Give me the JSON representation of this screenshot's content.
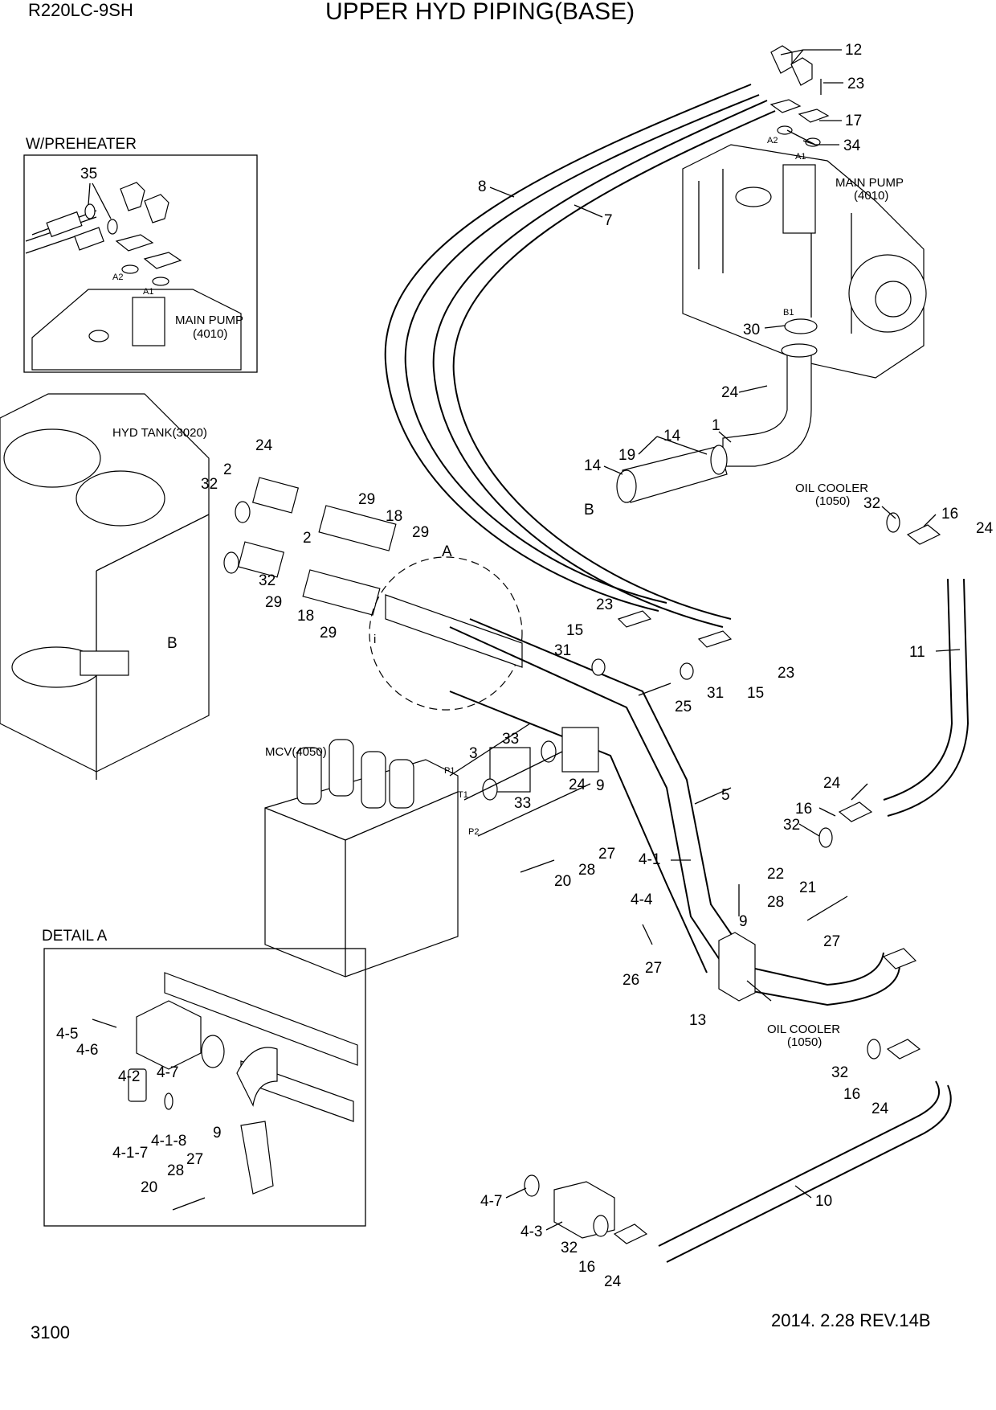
{
  "header": {
    "model": "R220LC-9SH",
    "title": "UPPER HYD PIPING(BASE)"
  },
  "footer": {
    "page_number": "3100",
    "revision": "2014. 2.28  REV.14B"
  },
  "inset_preheater": {
    "title": "W/PREHEATER",
    "part_35": "35",
    "port_a2": "A2",
    "port_a1": "A1",
    "pump_name": "MAIN PUMP",
    "pump_code": "(4010)"
  },
  "inset_detail_a": {
    "title": "DETAIL A",
    "labels": [
      "4-5",
      "4-6",
      "4-2",
      "4-7",
      "4-1-8",
      "4-1-7",
      "9",
      "27",
      "28",
      "20"
    ]
  },
  "components": {
    "main_pump_name": "MAIN PUMP",
    "main_pump_code": "(4010)",
    "port_a2": "A2",
    "port_a1": "A1",
    "port_b1": "B1",
    "hyd_tank": "HYD TANK(3020)",
    "mcv": "MCV(4050)",
    "port_p1": "P1",
    "port_t1": "T1",
    "port_p2": "P2",
    "oil_cooler_name": "OIL COOLER",
    "oil_cooler_code": "(1050)",
    "detail_ref": "A",
    "ref_b": "B",
    "ref_i": "i"
  },
  "callouts": {
    "c12": "12",
    "c23": "23",
    "c17": "17",
    "c34": "34",
    "c8": "8",
    "c7": "7",
    "c30": "30",
    "c24": "24",
    "c1": "1",
    "c14": "14",
    "c19": "19",
    "c2": "2",
    "c32": "32",
    "c29": "29",
    "c18": "18",
    "c15": "15",
    "c31": "31",
    "c25": "25",
    "c3": "3",
    "c33": "33",
    "c9": "9",
    "c5": "5",
    "c16": "16",
    "c11": "11",
    "c4_1": "4-1",
    "c20": "20",
    "c28": "28",
    "c27": "27",
    "c22": "22",
    "c21": "21",
    "c4_4": "4-4",
    "c26": "26",
    "c13": "13",
    "c10": "10",
    "c4_7": "4-7",
    "c4_3": "4-3"
  },
  "colors": {
    "line": "#000000",
    "background": "#ffffff"
  }
}
